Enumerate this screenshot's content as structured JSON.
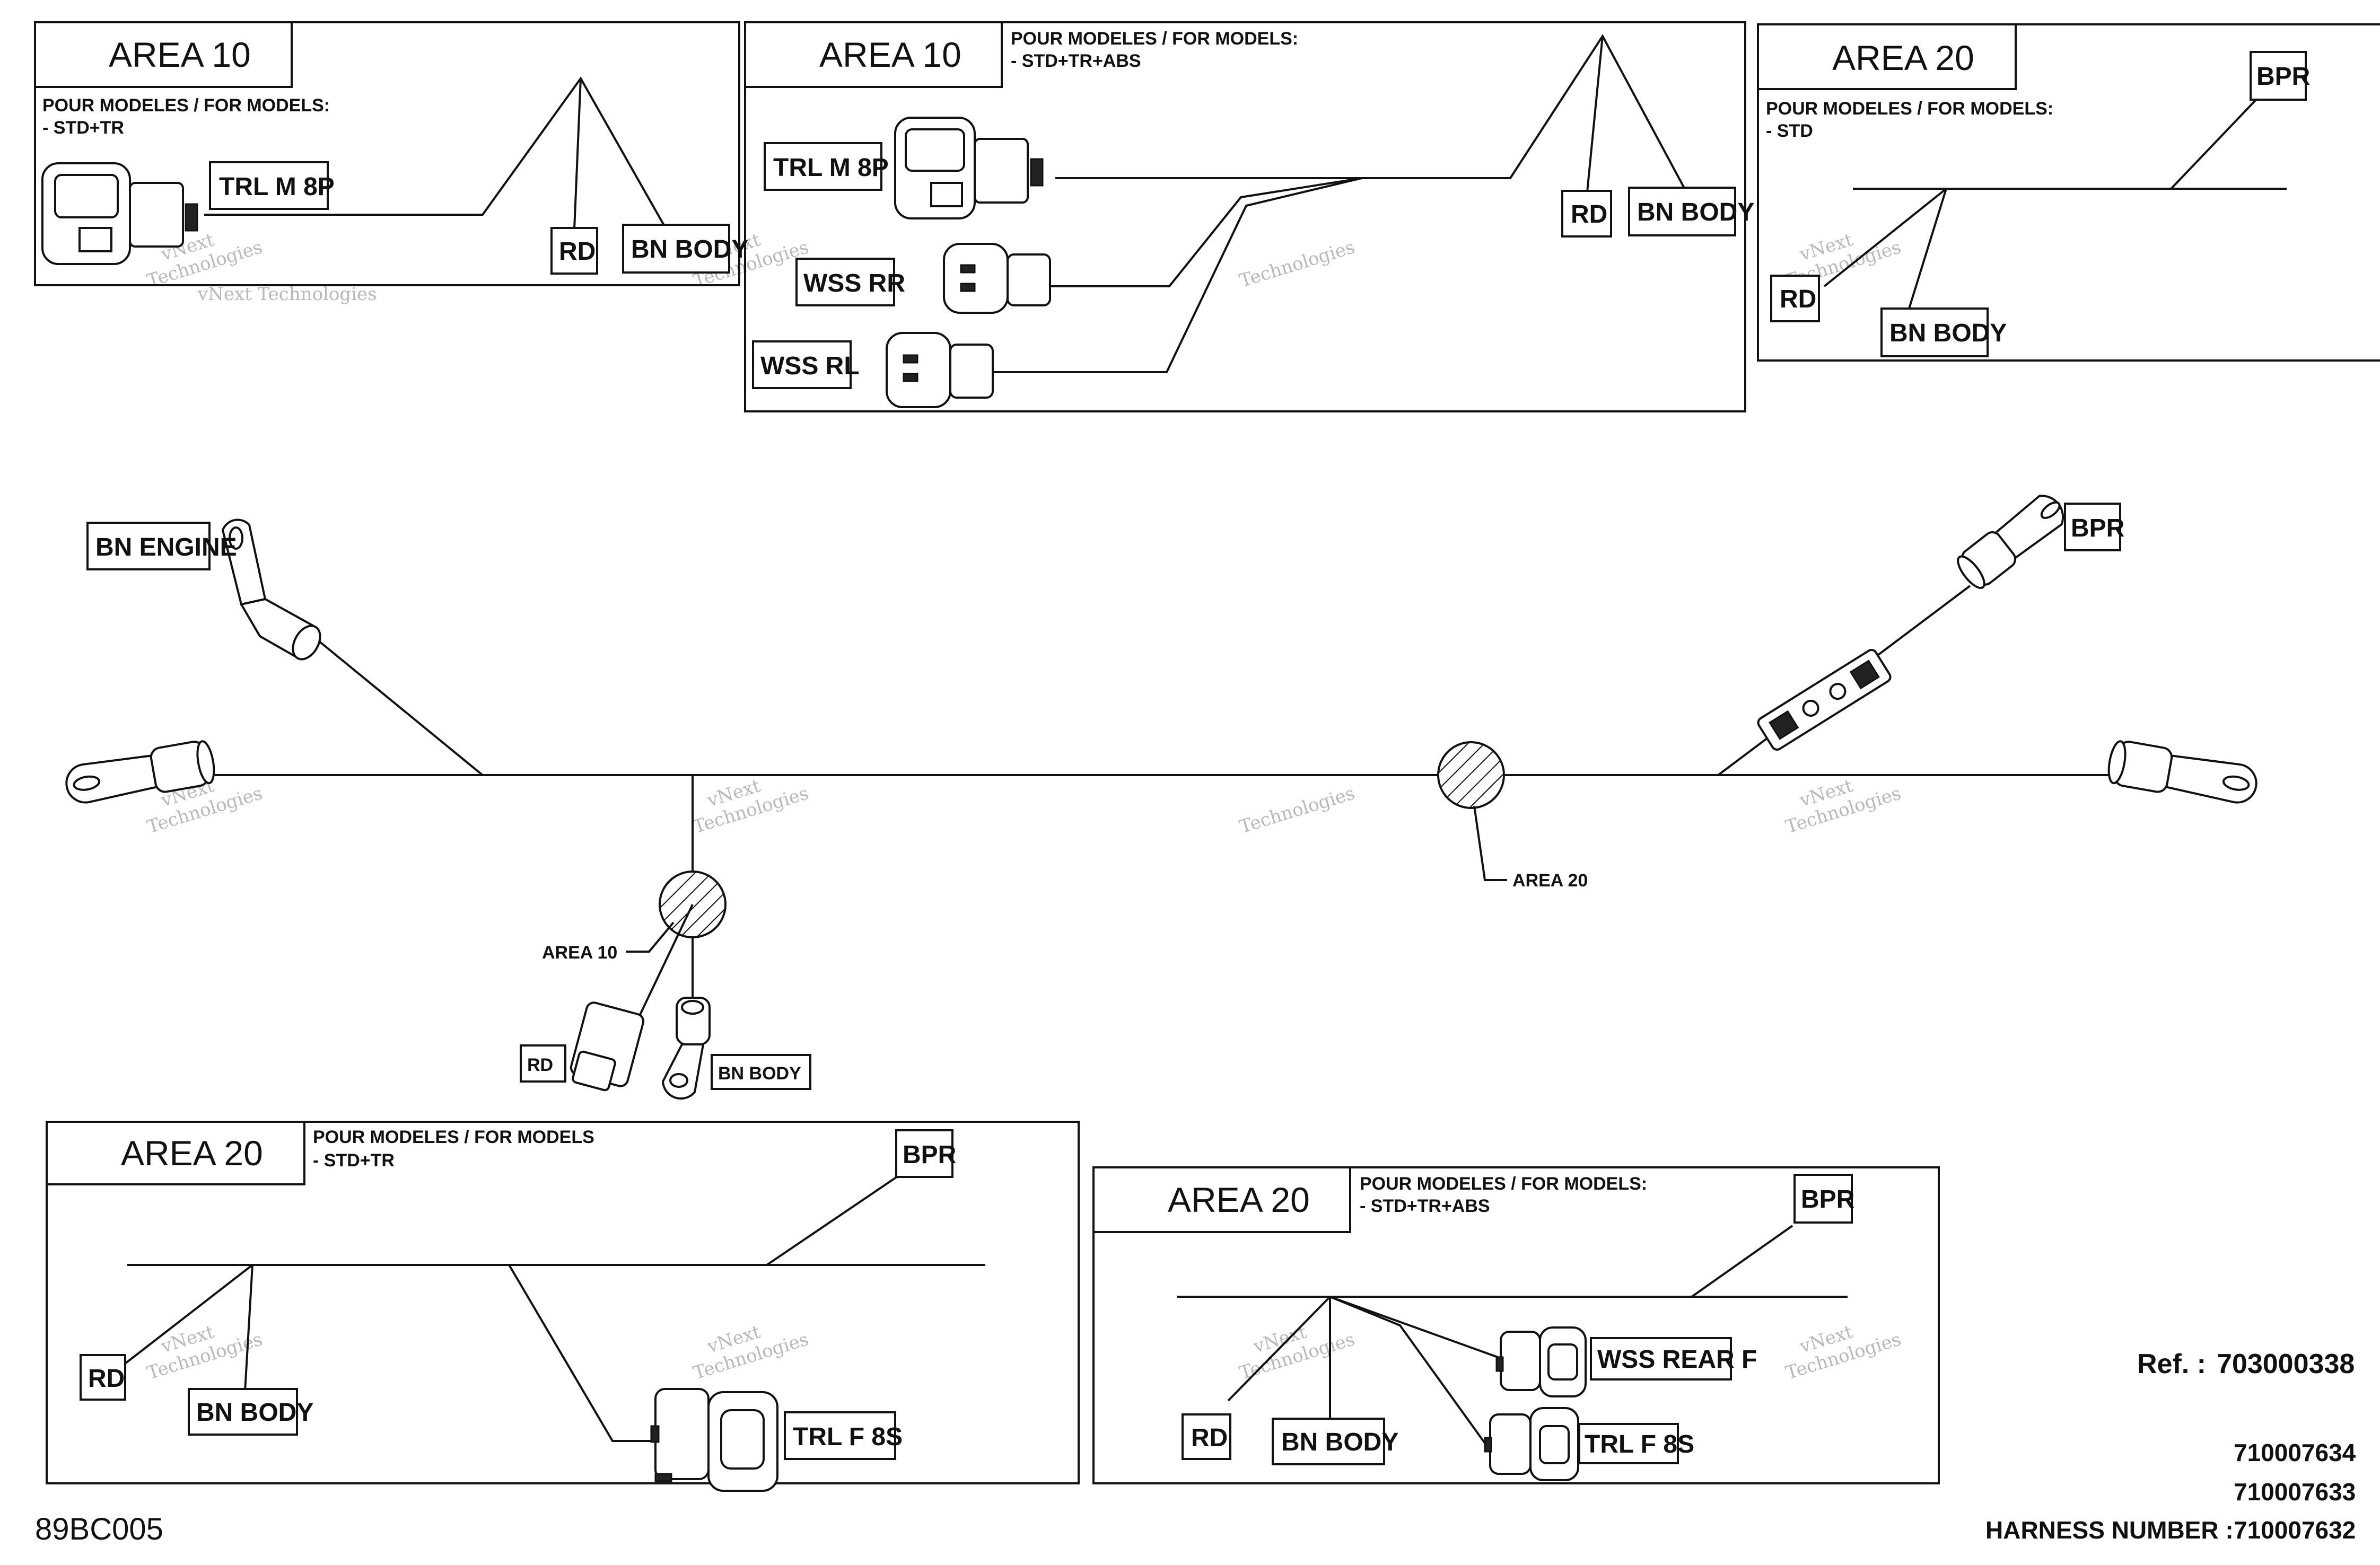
{
  "panels": {
    "std_tr_area10": {
      "title": "AREA 10",
      "note_line1": "POUR MODELES / FOR MODELS:",
      "note_line2": "- STD+TR"
    },
    "abs_area10": {
      "title": "AREA 10",
      "note_line1": "POUR MODELES / FOR MODELS:",
      "note_line2": "- STD+TR+ABS"
    },
    "std_area20": {
      "title": "AREA 20",
      "note_line1": "POUR MODELES / FOR MODELS:",
      "note_line2": "- STD"
    },
    "std_tr_area20": {
      "title": "AREA 20",
      "note_line1": "POUR MODELES / FOR MODELS",
      "note_line2": "- STD+TR"
    },
    "abs_area20": {
      "title": "AREA 20",
      "note_line1": "POUR MODELES / FOR MODELS:",
      "note_line2": "- STD+TR+ABS"
    }
  },
  "labels": {
    "trl_m_8p": "TRL  M  8P",
    "rd": "RD",
    "bn_body": "BN  BODY",
    "wss_rr": "WSS  RR",
    "wss_rl": "WSS  RL",
    "bpr": "BPR",
    "bn_engine": "BN  ENGINE",
    "trl_f_8s": "TRL  F  8S",
    "wss_rear_f": "WSS  REAR  F",
    "area_10": "AREA 10",
    "area_20": "AREA 20"
  },
  "watermark": {
    "line1": "vNext",
    "line2": "Technologies",
    "line3": "vNext Technologies"
  },
  "reference": {
    "label": "Ref. :",
    "value": "703000338"
  },
  "harness": {
    "label": "HARNESS NUMBER :",
    "numbers": [
      "710007634",
      "710007633",
      "710007632"
    ]
  },
  "drawing_code": "89BC005"
}
